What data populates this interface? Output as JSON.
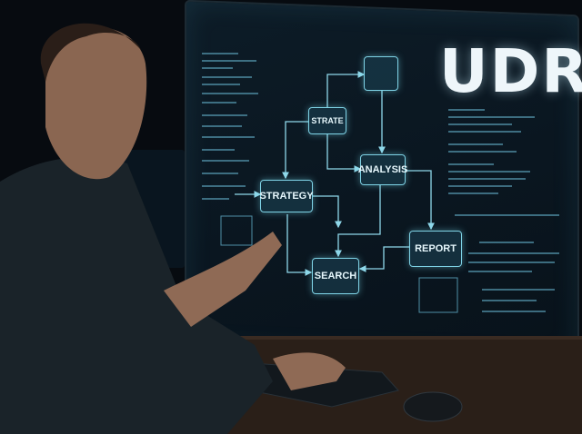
{
  "brand_text": "UDR",
  "flow_nodes": {
    "top_box": "",
    "strategy_small": "STRATE",
    "analysis": "ANALYSIS",
    "strategy": "STRATEGY",
    "report": "REPORT",
    "search": "SEARCH"
  },
  "colors": {
    "background": "#070b10",
    "screen": "#0b1922",
    "glow": "#8fd8ea",
    "text": "#eef6fa"
  }
}
